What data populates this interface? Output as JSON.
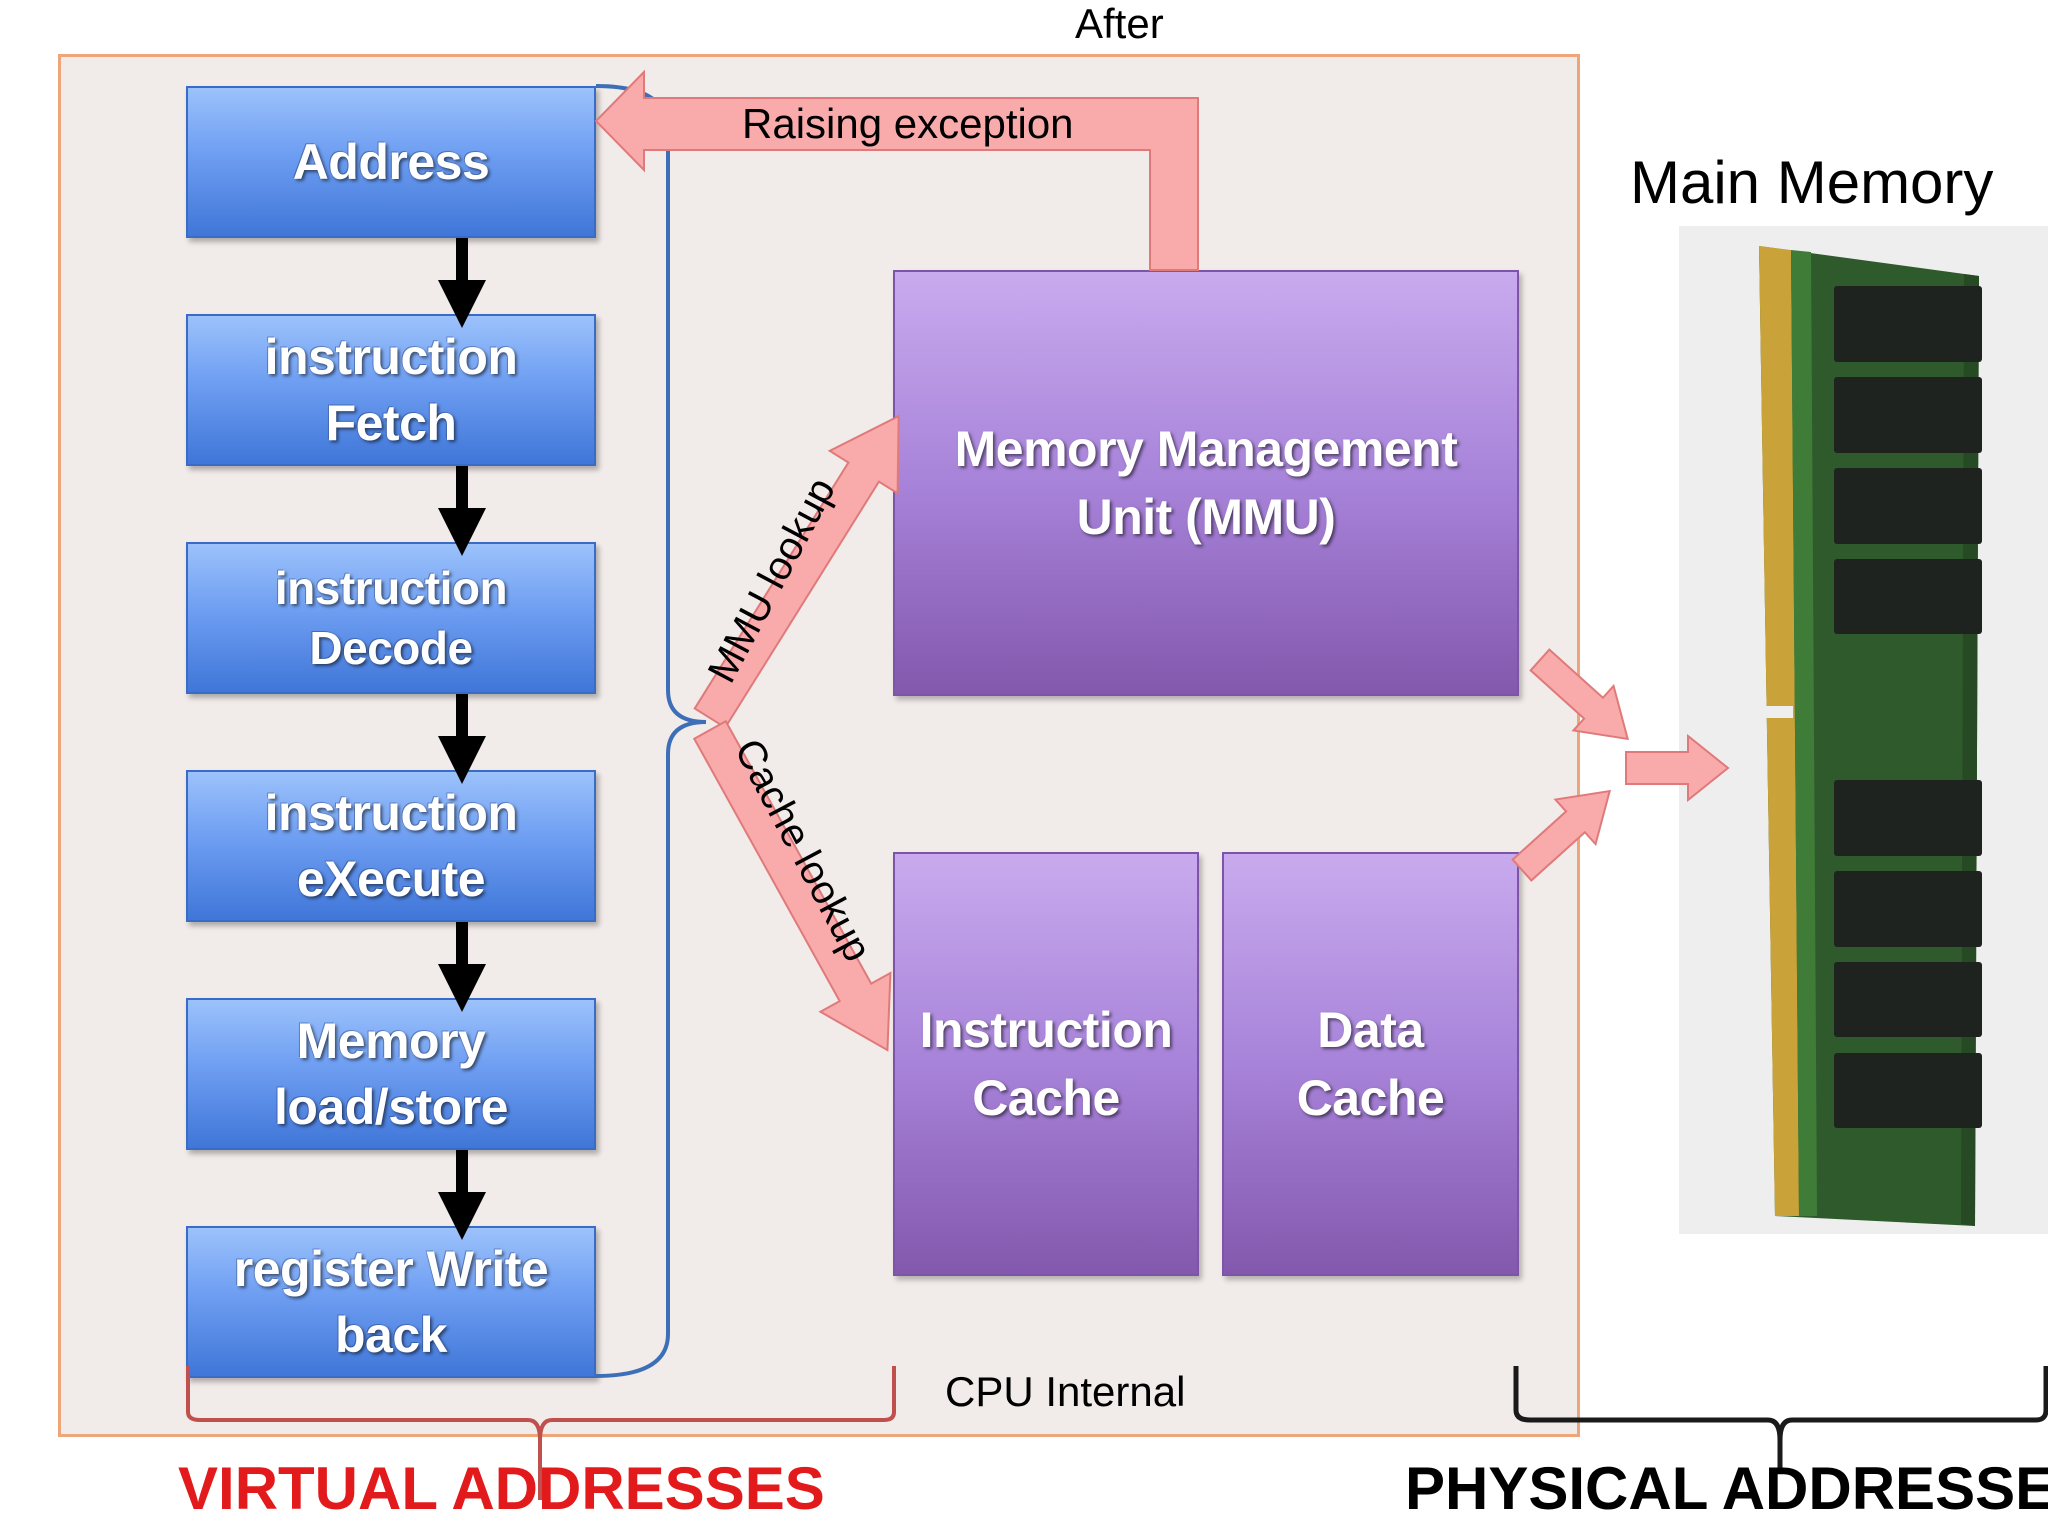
{
  "header": {
    "after_label": "After"
  },
  "pipeline": {
    "stages": [
      {
        "label": "Address"
      },
      {
        "label": "instruction\nFetch"
      },
      {
        "label": "instruction\nDecode"
      },
      {
        "label": "instruction\neXecute"
      },
      {
        "label": "Memory\nload/store"
      },
      {
        "label": "register Write\nback"
      }
    ]
  },
  "mmu": {
    "label": "Memory Management\nUnit (MMU)"
  },
  "caches": {
    "instruction": "Instruction\nCache",
    "data": "Data\nCache"
  },
  "arrows": {
    "exception_label": "Raising exception",
    "mmu_lookup_label": "MMU lookup",
    "cache_lookup_label": "Cache lookup"
  },
  "cpu_internal_label": "CPU Internal",
  "main_memory_label": "Main Memory",
  "brackets": {
    "virtual_label": "VIRTUAL ADDRESSES",
    "physical_label": "PHYSICAL ADDRESSES"
  },
  "colors": {
    "virtual_text": "#e31a1c",
    "physical_text": "#000000",
    "virtual_bracket": "#c0504d",
    "stage_blue": "#4f81d8",
    "mmu_purple": "#9b75cc",
    "arrow_pink": "#f9aaaa"
  }
}
